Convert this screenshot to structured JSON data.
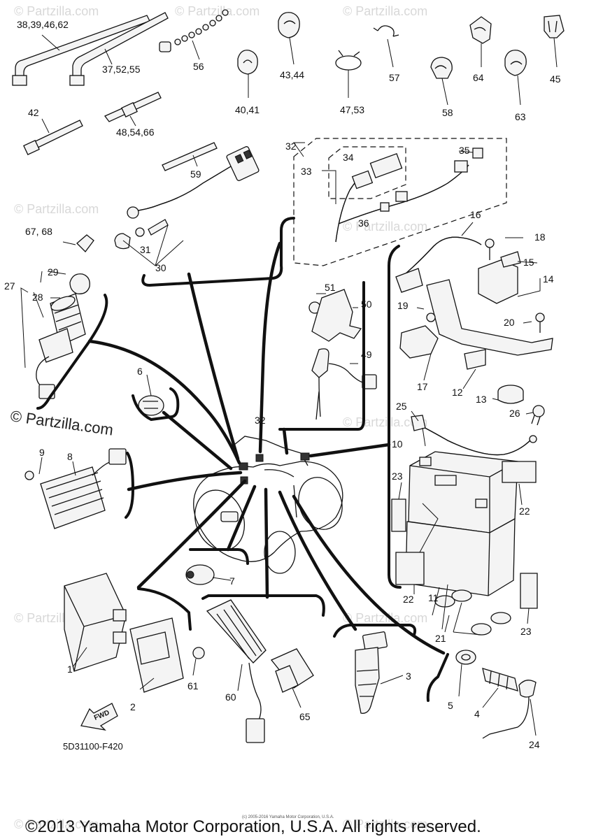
{
  "watermark": {
    "text": "© Partzilla.com"
  },
  "brand_mark": {
    "text": "© Partzilla.com"
  },
  "diagram_code": "5D31100-F420",
  "fwd_label": "FWD",
  "copyright": "©2013 Yamaha Motor Corporation, U.S.A. All rights reserved.",
  "fine_print": "(c) 2005-2016 Yamaha Motor Corporation, U.S.A.",
  "callouts": {
    "c38": "38,39,46,62",
    "c37": "37,52,55",
    "c56": "56",
    "c40": "40,41",
    "c43": "43,44",
    "c47": "47,53",
    "c57": "57",
    "c58": "58",
    "c64": "64",
    "c63": "63",
    "c45": "45",
    "c42": "42",
    "c48": "48,54,66",
    "c59": "59",
    "c32a": "32",
    "c34": "34",
    "c35": "35",
    "c33": "33",
    "c36": "36",
    "c31": "31",
    "c30": "30",
    "c67": "67, 68",
    "c29": "29",
    "c27": "27",
    "c28": "28",
    "c16": "16",
    "c18": "18",
    "c15": "15",
    "c14": "14",
    "c51": "51",
    "c50": "50",
    "c19": "19",
    "c20": "20",
    "c49": "49",
    "c17": "17",
    "c12": "12",
    "c13": "13",
    "c6": "6",
    "c25": "25",
    "c26": "26",
    "c32b": "32",
    "c10": "10",
    "c9": "9",
    "c8": "8",
    "c23a": "23",
    "c22a": "22",
    "c7": "7",
    "c22b": "22",
    "c11": "11",
    "c23b": "23",
    "c21": "21",
    "c1": "1",
    "c3": "3",
    "c61": "61",
    "c60": "60",
    "c2": "2",
    "c65": "65",
    "c5": "5",
    "c4": "4",
    "c24": "24"
  }
}
